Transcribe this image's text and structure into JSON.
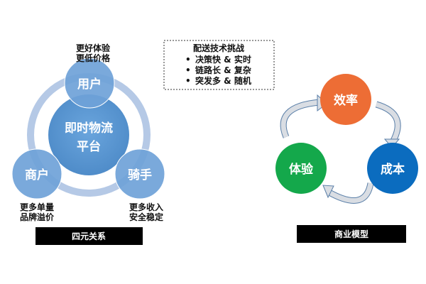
{
  "left": {
    "center": {
      "line1": "即时物流",
      "line2": "平台"
    },
    "nodes": {
      "user": {
        "label": "用户",
        "note1": "更好体验",
        "note2": "更低价格"
      },
      "merchant": {
        "label": "商户",
        "note1": "更多单量",
        "note2": "品牌溢价"
      },
      "rider": {
        "label": "骑手",
        "note1": "更多收入",
        "note2": "安全稳定"
      }
    },
    "caption": "四元关系"
  },
  "challenges": {
    "title": "配送技术挑战",
    "items": [
      "决策快 & 实时",
      "链路长 & 复杂",
      "突发多 & 随机"
    ]
  },
  "right": {
    "nodes": {
      "efficiency": {
        "label": "效率",
        "color": "#ed6d35"
      },
      "cost": {
        "label": "成本",
        "color": "#0b6cbf"
      },
      "experience": {
        "label": "体验",
        "color": "#14a84b"
      }
    },
    "caption": "商业模型"
  },
  "colors": {
    "ring": "#b5c9e6",
    "platform": "#5b95d0",
    "node": "#6fa2d8",
    "arrow_fill": "#d9dde3",
    "arrow_outline": "#5a7fa8"
  }
}
